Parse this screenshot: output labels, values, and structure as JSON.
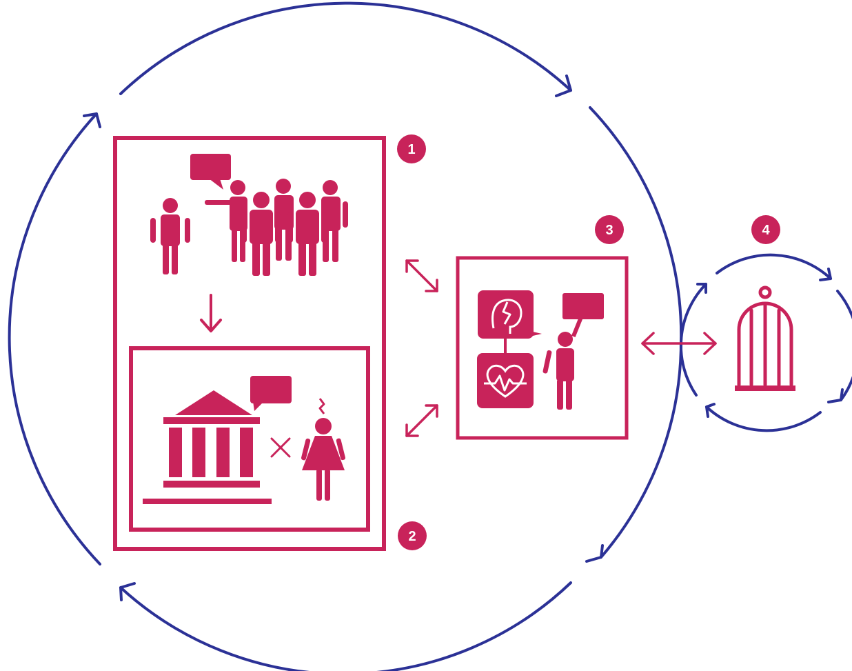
{
  "colors": {
    "primary": "#c8235a",
    "cycle": "#2b3196",
    "background": "#ffffff"
  },
  "badges": {
    "b1": "1",
    "b2": "2",
    "b3": "3",
    "b4": "4"
  },
  "icons": {
    "stage1": [
      "speech-bubble-icon",
      "isolated-person-icon",
      "pointing-crowd-icon"
    ],
    "stage2": [
      "institution-building-icon",
      "speech-bubble-icon",
      "cross-symbol-icon",
      "distressed-woman-icon"
    ],
    "stage3": [
      "broken-heart-mind-icon",
      "heartbeat-monitor-icon",
      "protest-sign-person-icon"
    ],
    "stage4": [
      "birdcage-icon"
    ]
  }
}
